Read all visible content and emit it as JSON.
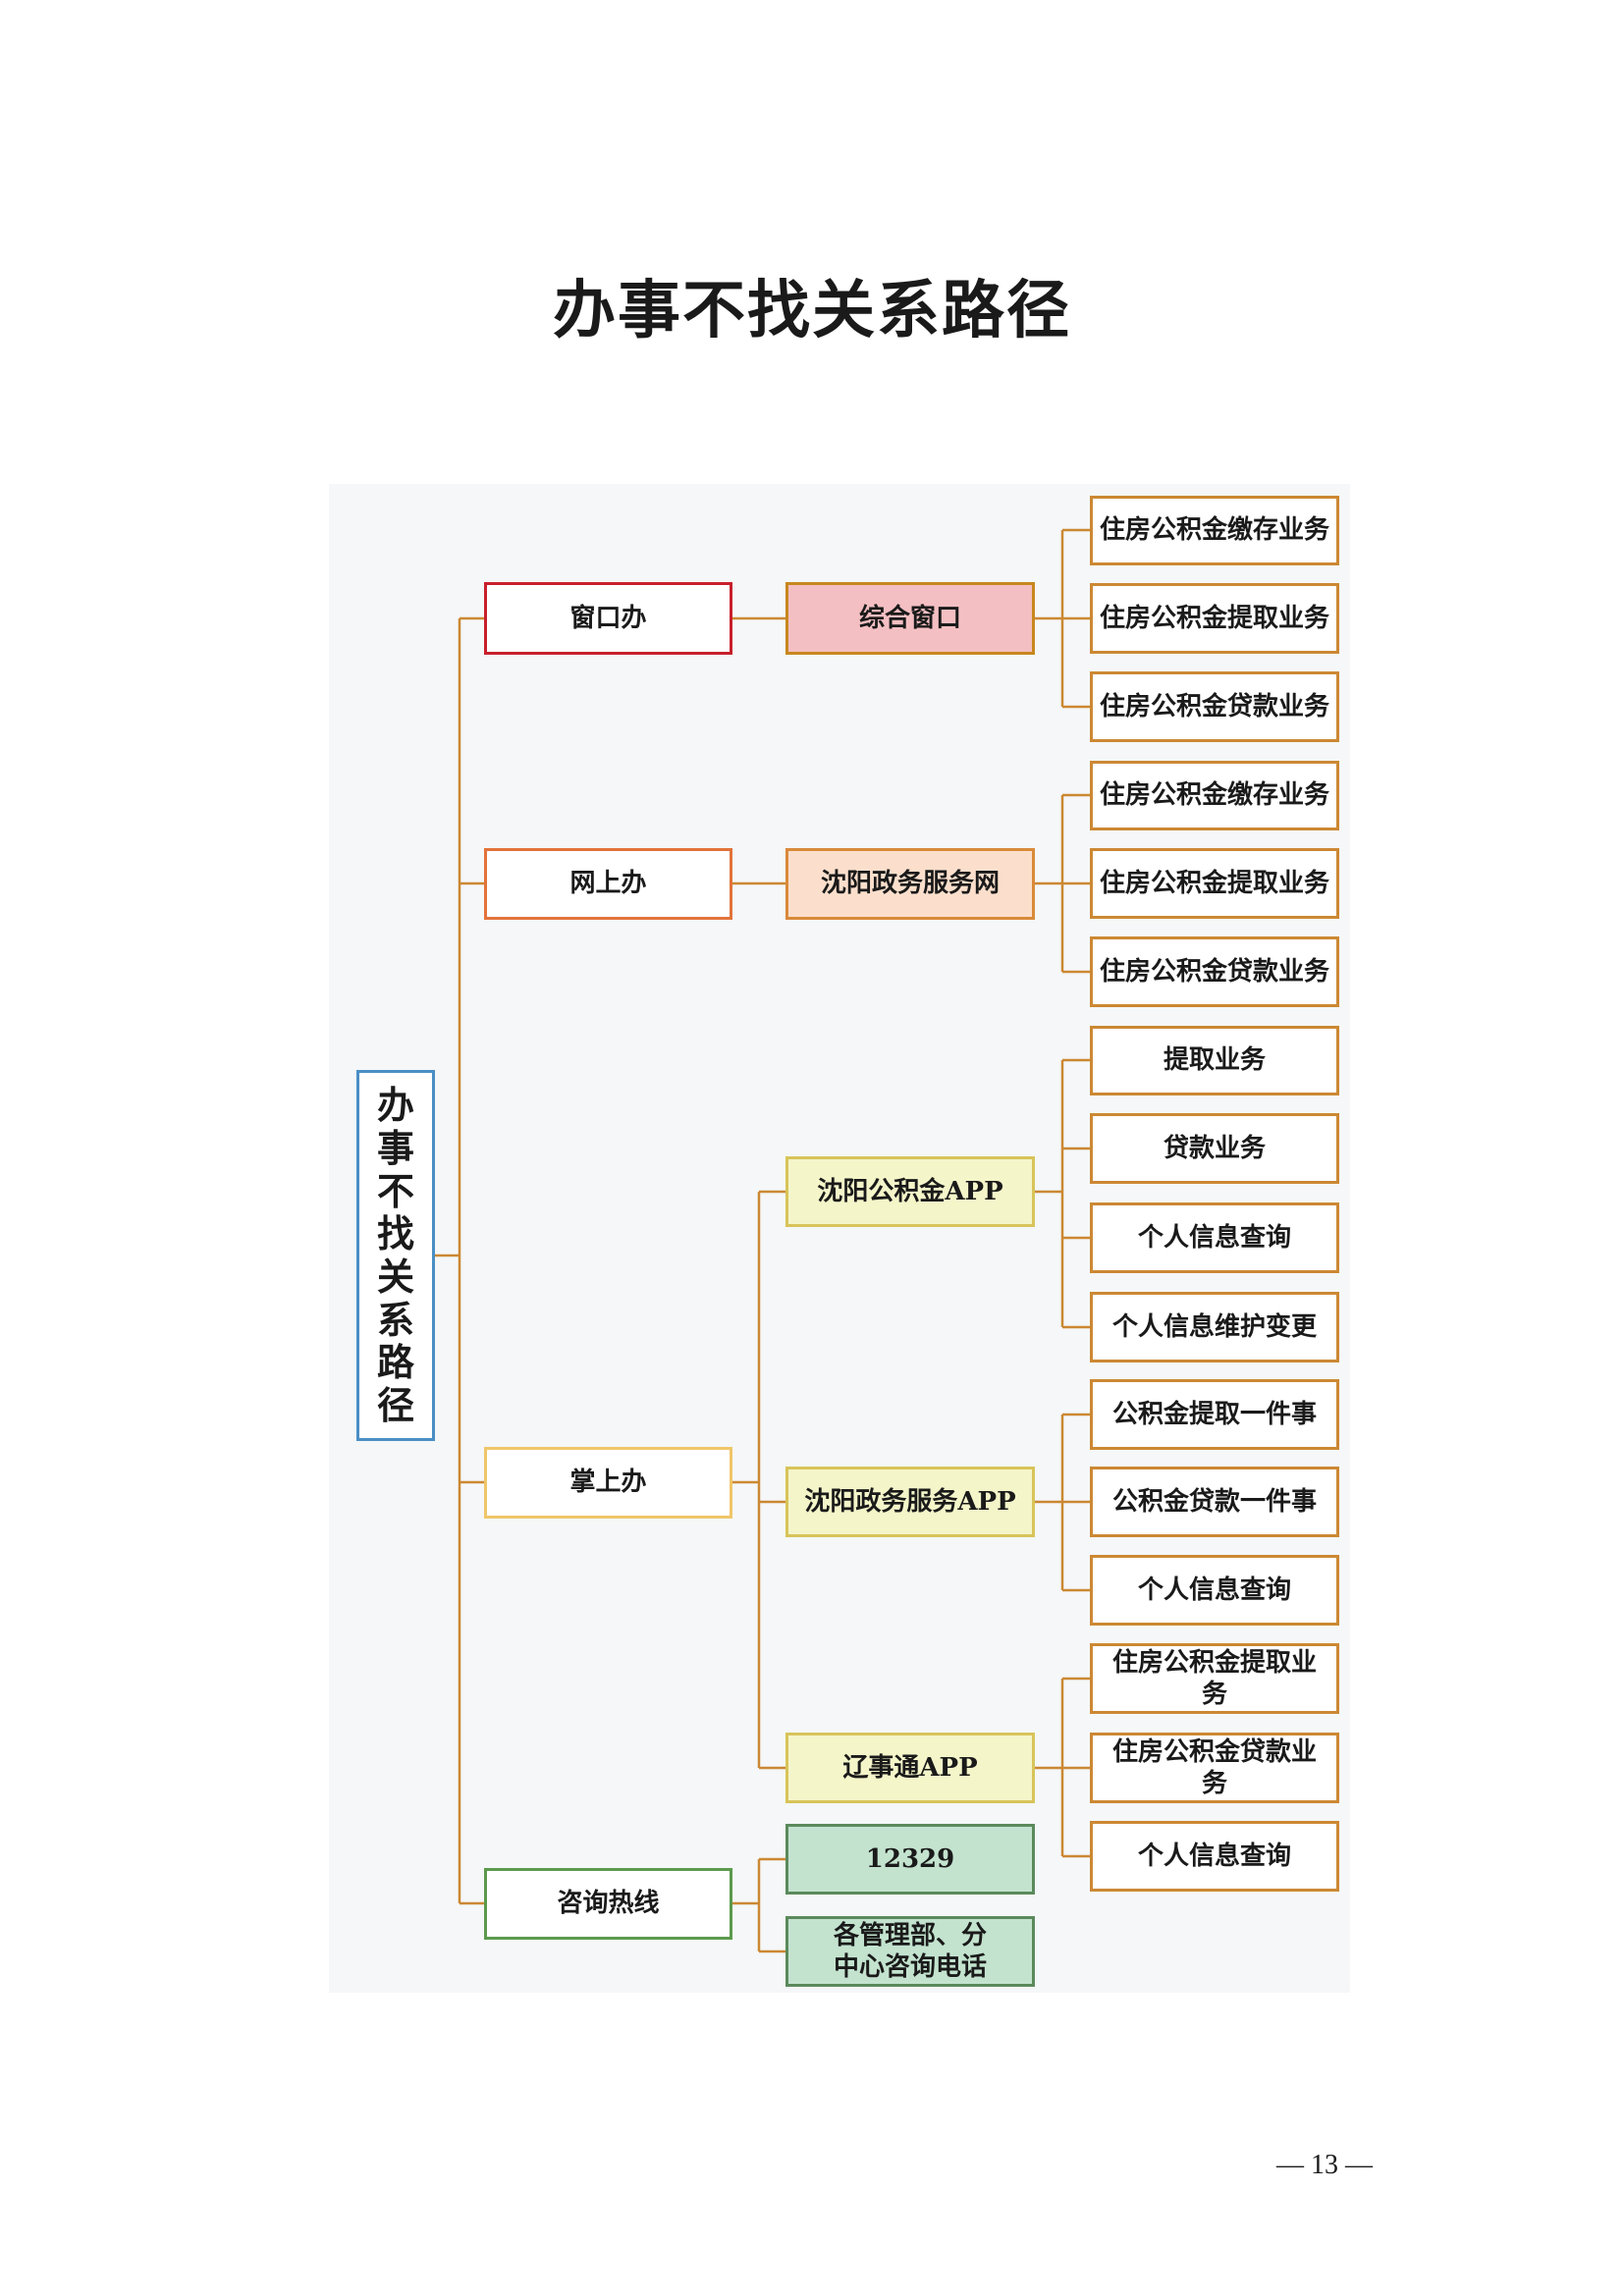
{
  "title": "办事不找关系路径",
  "root": {
    "label": "办事不找关系路径"
  },
  "level1": [
    {
      "key": "window",
      "label": "窗口办",
      "color": "#c8202c"
    },
    {
      "key": "online",
      "label": "网上办",
      "color": "#e2733a"
    },
    {
      "key": "mobile",
      "label": "掌上办",
      "color": "#f0c66a"
    },
    {
      "key": "hotline",
      "label": "咨询热线",
      "color": "#5b9a4c"
    }
  ],
  "level2": [
    {
      "key": "comprehensive",
      "label": "综合窗口",
      "fill": "#f4bfc2",
      "border": "#c8881e"
    },
    {
      "key": "sy-gov-web",
      "label": "沈阳政务服务网",
      "fill": "#fbdfcc",
      "border": "#d98a3a"
    },
    {
      "key": "sy-fund-app",
      "label": "沈阳公积金APP",
      "fill": "#f4f5c9",
      "border": "#d8c45a"
    },
    {
      "key": "sy-gov-app",
      "label": "沈阳政务服务APP",
      "fill": "#f4f5c9",
      "border": "#d8c45a"
    },
    {
      "key": "lst-app",
      "label": "辽事通APP",
      "fill": "#f4f5c9",
      "border": "#d8c45a"
    },
    {
      "key": "12329",
      "label": "12329",
      "fill": "#c3e3cf",
      "border": "#5b8a5c"
    },
    {
      "key": "branch-phone",
      "label": "各管理部、分中心咨询电话",
      "fill": "#c3e3cf",
      "border": "#5b8a5c"
    }
  ],
  "level3": [
    {
      "label": "住房公积金缴存业务"
    },
    {
      "label": "住房公积金提取业务"
    },
    {
      "label": "住房公积金贷款业务"
    },
    {
      "label": "住房公积金缴存业务"
    },
    {
      "label": "住房公积金提取业务"
    },
    {
      "label": "住房公积金贷款业务"
    },
    {
      "label": "提取业务"
    },
    {
      "label": "贷款业务"
    },
    {
      "label": "个人信息查询"
    },
    {
      "label": "个人信息维护变更"
    },
    {
      "label": "公积金提取一件事"
    },
    {
      "label": "公积金贷款一件事"
    },
    {
      "label": "个人信息查询"
    },
    {
      "label": "住房公积金提取业务"
    },
    {
      "label": "住房公积金贷款业务"
    },
    {
      "label": "个人信息查询"
    }
  ],
  "colors": {
    "connector": "#cc8833",
    "root_border": "#4a8fc4",
    "leaf_border": "#cc8833",
    "panel": "#f5f7f8"
  },
  "page_number": "— 13 —"
}
